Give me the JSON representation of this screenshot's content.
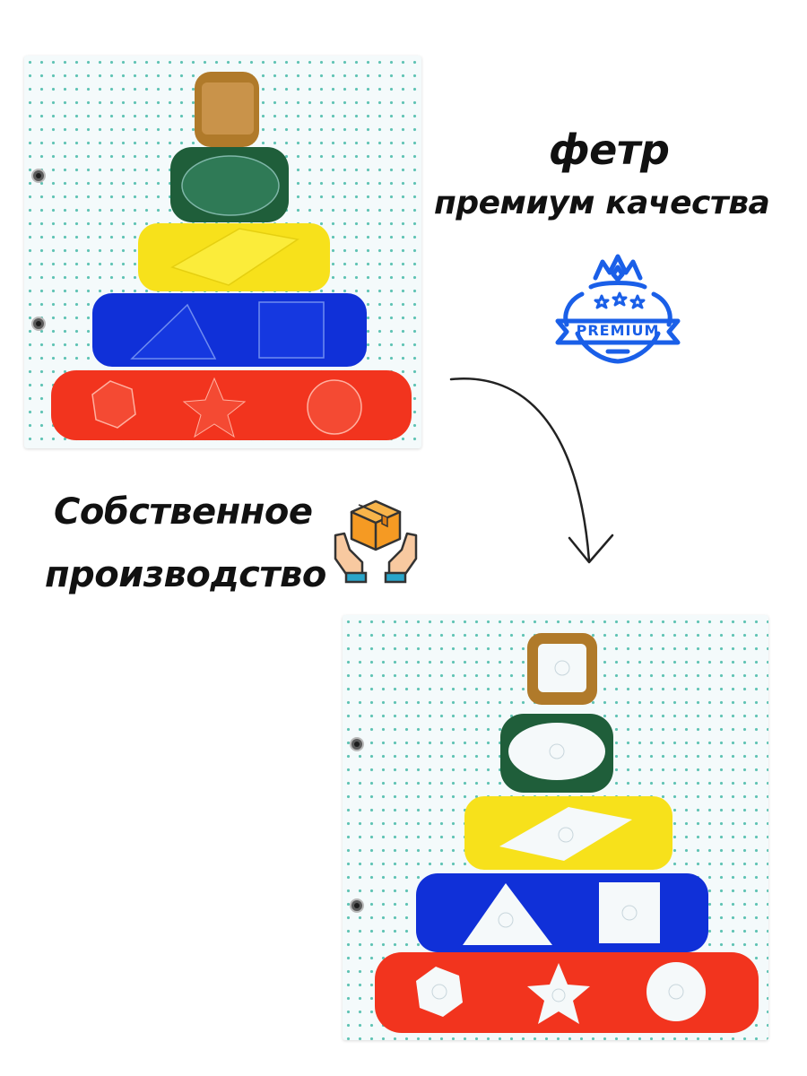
{
  "headline_top": {
    "line1": "фетр",
    "line2": "премиум качества"
  },
  "badge": {
    "text": "PREMIUM",
    "icon": "premium-crown-badge-icon",
    "color": "#1a5fe8"
  },
  "headline_bottom": {
    "line1": "Собственное",
    "line2": "производство",
    "icon": "hands-holding-box-icon"
  },
  "colors": {
    "brown": "#b07a2a",
    "green": "#1f5e3a",
    "yellow": "#f7e11b",
    "blue": "#1030d8",
    "red": "#f2341e",
    "slot": "#f5f9fa",
    "dots": "#5fc3b4"
  }
}
